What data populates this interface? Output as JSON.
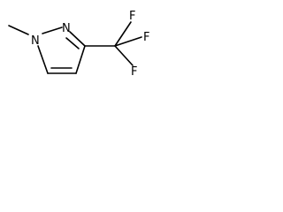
{
  "molecule": {
    "atoms": [
      {
        "id": "N1",
        "symbol": "N"
      },
      {
        "id": "N2",
        "symbol": "N"
      },
      {
        "id": "F1",
        "symbol": "F"
      },
      {
        "id": "F2",
        "symbol": "F"
      },
      {
        "id": "F3",
        "symbol": "F"
      }
    ],
    "colors": {
      "bond": "#000000",
      "label": "#000000",
      "background": "#ffffff"
    }
  }
}
